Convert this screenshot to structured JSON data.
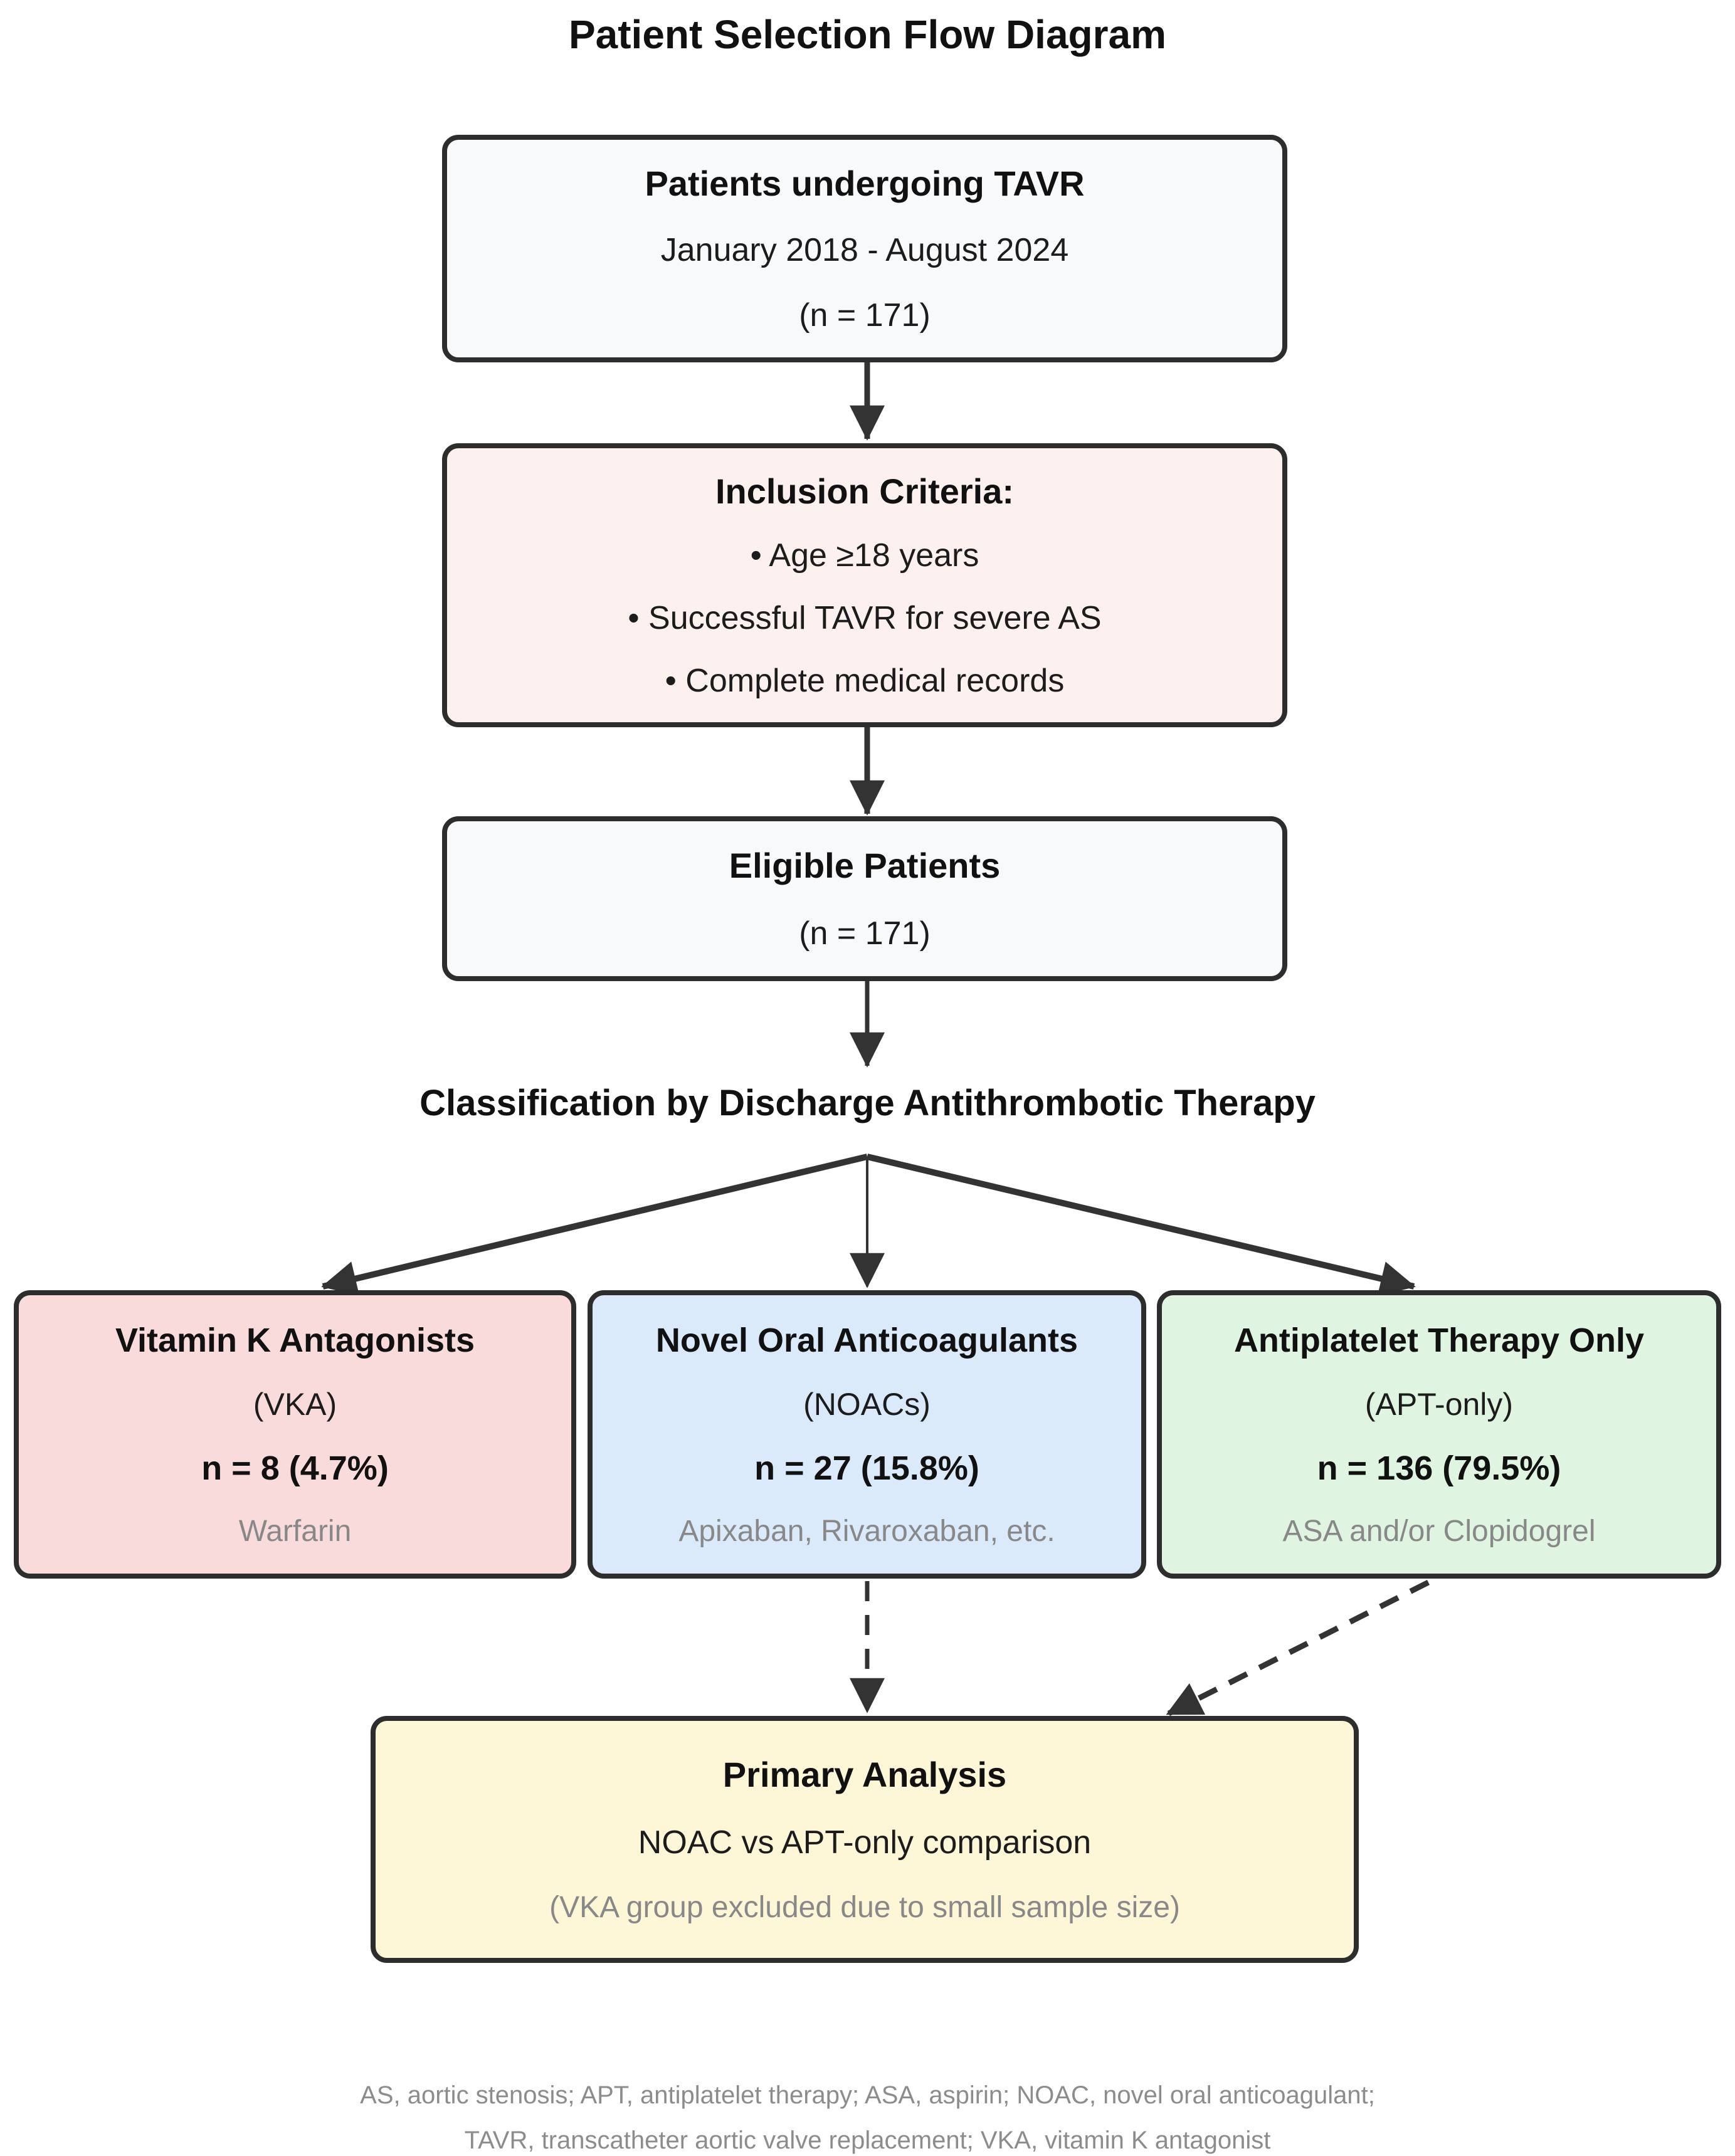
{
  "title": "Patient Selection Flow Diagram",
  "palette": {
    "node_gray": "#f8f9fb",
    "node_pink_light": "#fdf1f0",
    "node_pink": "#fadbdb",
    "node_blue": "#dbeafa",
    "node_green": "#e0f5e1",
    "node_yellow": "#fdf6d7",
    "border": "#2d2d2d",
    "arrow": "#333333",
    "text_primary": "#111111",
    "text_muted": "#888888"
  },
  "nodes": {
    "tavr": {
      "title": "Patients undergoing TAVR",
      "period": "January 2018 - August 2024",
      "count": "(n = 171)"
    },
    "inclusion": {
      "title": "Inclusion Criteria:",
      "items": [
        "• Age ≥18 years",
        "• Successful TAVR for severe AS",
        "• Complete medical records"
      ]
    },
    "eligible": {
      "title": "Eligible Patients",
      "count": "(n = 171)"
    },
    "classification_label": "Classification by Discharge Antithrombotic Therapy",
    "vka": {
      "title": "Vitamin K Antagonists",
      "abbr": "(VKA)",
      "count": "n = 8 (4.7%)",
      "detail": "Warfarin"
    },
    "noac": {
      "title": "Novel Oral Anticoagulants",
      "abbr": "(NOACs)",
      "count": "n = 27 (15.8%)",
      "detail": "Apixaban, Rivaroxaban, etc."
    },
    "apt": {
      "title": "Antiplatelet Therapy Only",
      "abbr": "(APT-only)",
      "count": "n = 136 (79.5%)",
      "detail": "ASA and/or Clopidogrel"
    },
    "primary": {
      "title": "Primary Analysis",
      "subtitle": "NOAC vs APT-only comparison",
      "note": "(VKA group excluded due to small sample size)"
    }
  },
  "footnote": {
    "line1": "AS, aortic stenosis; APT, antiplatelet therapy; ASA, aspirin; NOAC, novel oral anticoagulant;",
    "line2": "TAVR, transcatheter aortic valve replacement; VKA, vitamin K antagonist"
  }
}
